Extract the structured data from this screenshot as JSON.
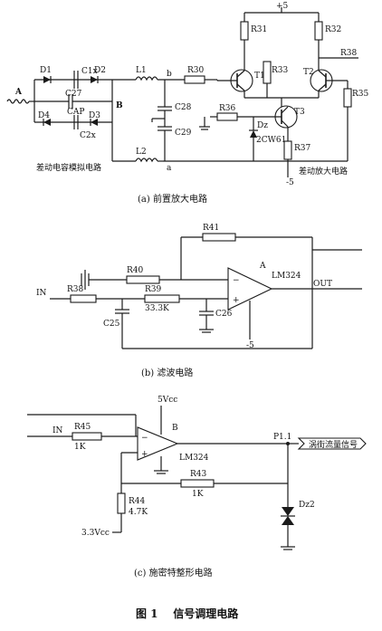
{
  "part_a": {
    "caption": "(a) 前置放大电路",
    "labels": {
      "plus5": "+5",
      "minus5": "-5",
      "r31": "R31",
      "r32": "R32",
      "r33": "R33",
      "r35": "R35",
      "r36": "R36",
      "r37": "R37",
      "r38": "R38",
      "r30": "R30",
      "t1": "T1",
      "t2": "T2",
      "t3": "T3",
      "d1": "D1",
      "d2": "D2",
      "d3": "D3",
      "d4": "D4",
      "c1x": "C1x",
      "c2x": "C2x",
      "c27": "C27",
      "cap": "CAP",
      "c28": "C28",
      "c29": "C29",
      "l1": "L1",
      "l2": "L2",
      "node_a_in": "A",
      "node_b": "B",
      "node_b_small": "b",
      "node_a_small": "a",
      "dz": "Dz",
      "zener": "2CW61",
      "sim_label": "差动电容模拟电路",
      "amp_label": "差动放大电路"
    }
  },
  "part_b": {
    "caption": "(b) 滤波电路",
    "labels": {
      "r41": "R41",
      "r40": "R40",
      "r38": "R38",
      "r39": "R39",
      "r39_val": "33.3K",
      "c25": "C25",
      "c26": "C26",
      "in": "IN",
      "out": "OUT",
      "opamp_tag": "A",
      "opamp": "LM324",
      "minus5": "-5"
    }
  },
  "part_c": {
    "caption": "(c) 施密特整形电路",
    "labels": {
      "vcc": "5Vcc",
      "in": "IN",
      "r45": "R45",
      "r45_val": "1K",
      "opamp_tag": "B",
      "opamp": "LM324",
      "r43": "R43",
      "r43_val": "1K",
      "r44": "R44",
      "r44_val": "4.7K",
      "vref": "3.3Vcc",
      "p11": "P1.1",
      "flag": "涡街流量信号",
      "dz2": "Dz2"
    }
  },
  "figure_title": "图 1    信号调理电路"
}
